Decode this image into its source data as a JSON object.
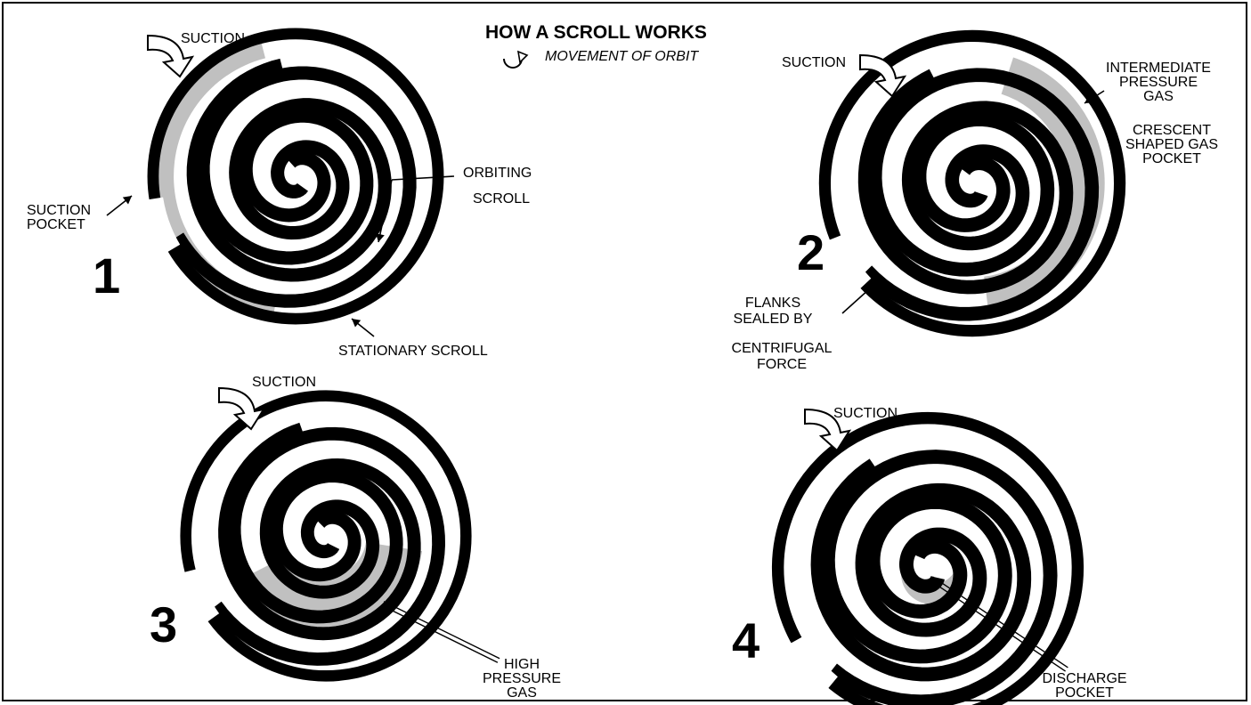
{
  "title": "HOW A SCROLL WORKS",
  "legend": {
    "icon": "orbit-arrow-icon",
    "text": "MOVEMENT OF ORBIT"
  },
  "colors": {
    "ink": "#000000",
    "gas": "#c0c0c0",
    "paper": "#ffffff"
  },
  "panels": [
    {
      "number": "1",
      "labels": {
        "suction": "SUCTION",
        "suction_pocket": [
          "SUCTION",
          "POCKET"
        ],
        "orbiting_scroll": [
          "ORBITING",
          "SCROLL"
        ],
        "stationary_scroll": "STATIONARY SCROLL"
      }
    },
    {
      "number": "2",
      "labels": {
        "suction": "SUCTION",
        "intermediate": [
          "INTERMEDIATE",
          "PRESSURE",
          "GAS"
        ],
        "crescent": [
          "CRESCENT",
          "SHAPED GAS",
          "POCKET"
        ],
        "flanks": [
          "FLANKS",
          "SEALED BY"
        ],
        "centrifugal": [
          "CENTRIFUGAL",
          "FORCE"
        ]
      }
    },
    {
      "number": "3",
      "labels": {
        "suction": "SUCTION",
        "high_pressure": [
          "HIGH",
          "PRESSURE",
          "GAS"
        ]
      }
    },
    {
      "number": "4",
      "labels": {
        "suction": "SUCTION",
        "discharge": [
          "DISCHARGE",
          "POCKET"
        ]
      }
    }
  ]
}
